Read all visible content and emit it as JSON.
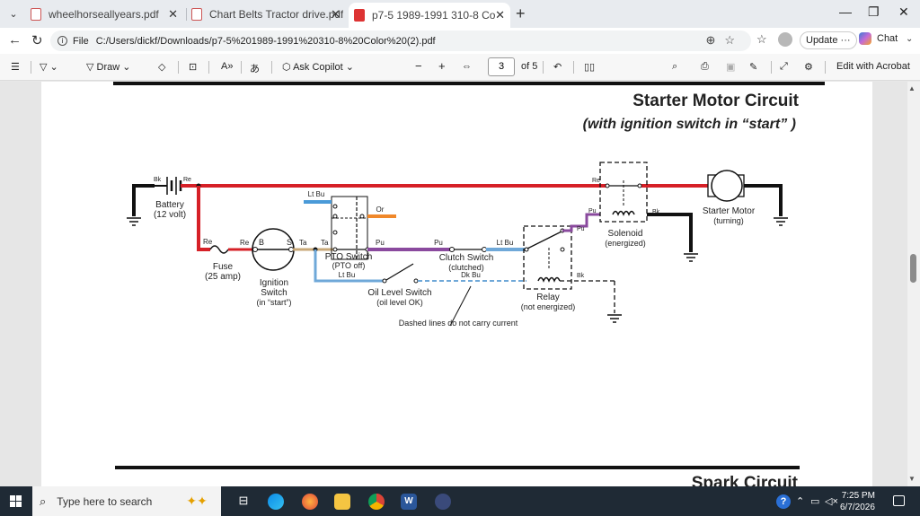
{
  "browser": {
    "tabs": [
      {
        "label": "wheelhorseallyears.pdf"
      },
      {
        "label": "Chart Belts Tractor drive.pdf"
      },
      {
        "label": "p7-5 1989-1991 310-8 Color (2).pdf"
      }
    ],
    "address": {
      "scheme": "File",
      "url": "C:/Users/dickf/Downloads/p7-5%201989-1991%20310-8%20Color%20(2).pdf"
    },
    "update_label": "Update",
    "chat_label": "Chat"
  },
  "pdf_toolbar": {
    "draw_label": "Draw",
    "ask_copilot_label": "Ask Copilot",
    "page_current": "3",
    "page_total": "of 5",
    "edit_acrobat_label": "Edit with Acrobat"
  },
  "document": {
    "title": "Starter Motor Circuit",
    "subtitle": "(with ignition switch in “start” )",
    "next_section": "Spark Circuit",
    "note": "Dashed lines do not carry current",
    "components": {
      "battery": "Battery",
      "battery_volt": "(12 volt)",
      "fuse": "Fuse",
      "fuse_amp": "(25 amp)",
      "ignition": "Ignition",
      "ignition2": "Switch",
      "ignition3": "(in “start”)",
      "pto": "PTO Switch",
      "pto_state": "(PTO off)",
      "clutch": "Clutch Switch",
      "clutch_state": "(clutched)",
      "oil": "Oil Level Switch",
      "oil_state": "(oil level OK)",
      "relay": "Relay",
      "relay_state": "(not energized)",
      "solenoid": "Solenoid",
      "solenoid_state": "(energized)",
      "starter": "Starter Motor",
      "starter_state": "(turning)"
    },
    "wire_labels": {
      "bk1": "Bk",
      "re1": "Re",
      "re2": "Re",
      "re3": "Re",
      "re4": "Re",
      "b": "B",
      "s": "S",
      "ta1": "Ta",
      "ta2": "Ta",
      "ltbu1": "Lt Bu",
      "ltbu2": "Lt Bu",
      "ltbu3": "Lt Bu",
      "or": "Or",
      "pu1": "Pu",
      "pu2": "Pu",
      "pu3": "Pu",
      "pu4": "Pu",
      "dkbu": "Dk Bu",
      "bk2": "Bk",
      "bk3": "Bk"
    }
  },
  "taskbar": {
    "search_placeholder": "Type here to search",
    "time": "7:25 PM",
    "date": "6/7/2026"
  }
}
